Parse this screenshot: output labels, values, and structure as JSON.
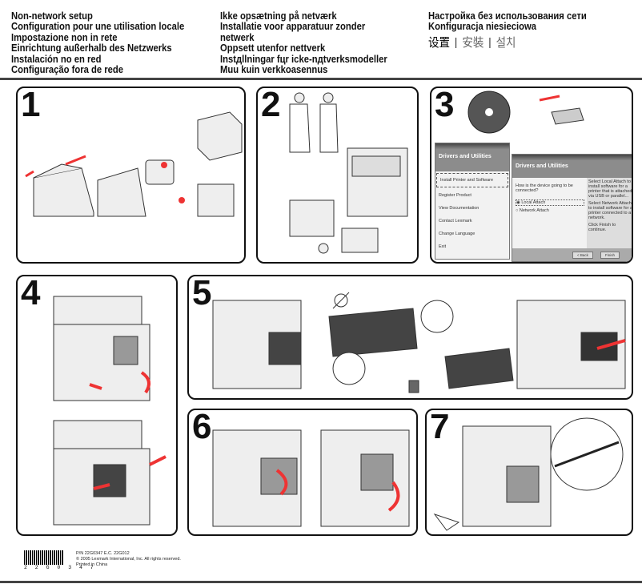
{
  "header": {
    "col1": [
      "Non-network setup",
      "Configuration pour une utilisation locale",
      "Impostazione non in rete",
      "Einrichtung außerhalb des Netzwerks",
      "Instalación no en red",
      "Configuração fora de rede"
    ],
    "col2": [
      "Ikke opsætning på netværk",
      "Installatie voor apparatuur zonder",
      "netwerk",
      "Oppsett utenfor nettverk",
      "Instдllningar fцr icke-nдtverksmodeller",
      "Muu kuin verkkoasennus"
    ],
    "col3": [
      "Настройка без использования сети",
      "Konfiguracja niesieciowa"
    ],
    "cjk": [
      "设置",
      "安裝",
      "설치"
    ]
  },
  "steps": [
    "1",
    "2",
    "3",
    "4",
    "5",
    "6",
    "7"
  ],
  "installer": {
    "window_title": "Drivers and Utilities",
    "menu": [
      "Install Printer and Software",
      "Register Product",
      "View Documentation",
      "Contact Lexmark",
      "Change Language",
      "Exit"
    ],
    "question": "How is the device going to be connected?",
    "options": [
      "Local Attach",
      "Network Attach"
    ],
    "selected_option": "Local Attach",
    "help": [
      "Select Local Attach to install software for a printer that is attached via USB or parallel...",
      "Select Network Attach to install software for a printer connected to a network.",
      "Click Finish to continue."
    ],
    "back": "< Back",
    "finish": "Finish"
  },
  "footer": {
    "barcode_number": "2 2 G 0 3 4 7",
    "lines": [
      "P/N 22G0347 E.C. 22G012",
      "© 2005 Lexmark International, Inc. All rights reserved.",
      "Printed in China"
    ]
  }
}
